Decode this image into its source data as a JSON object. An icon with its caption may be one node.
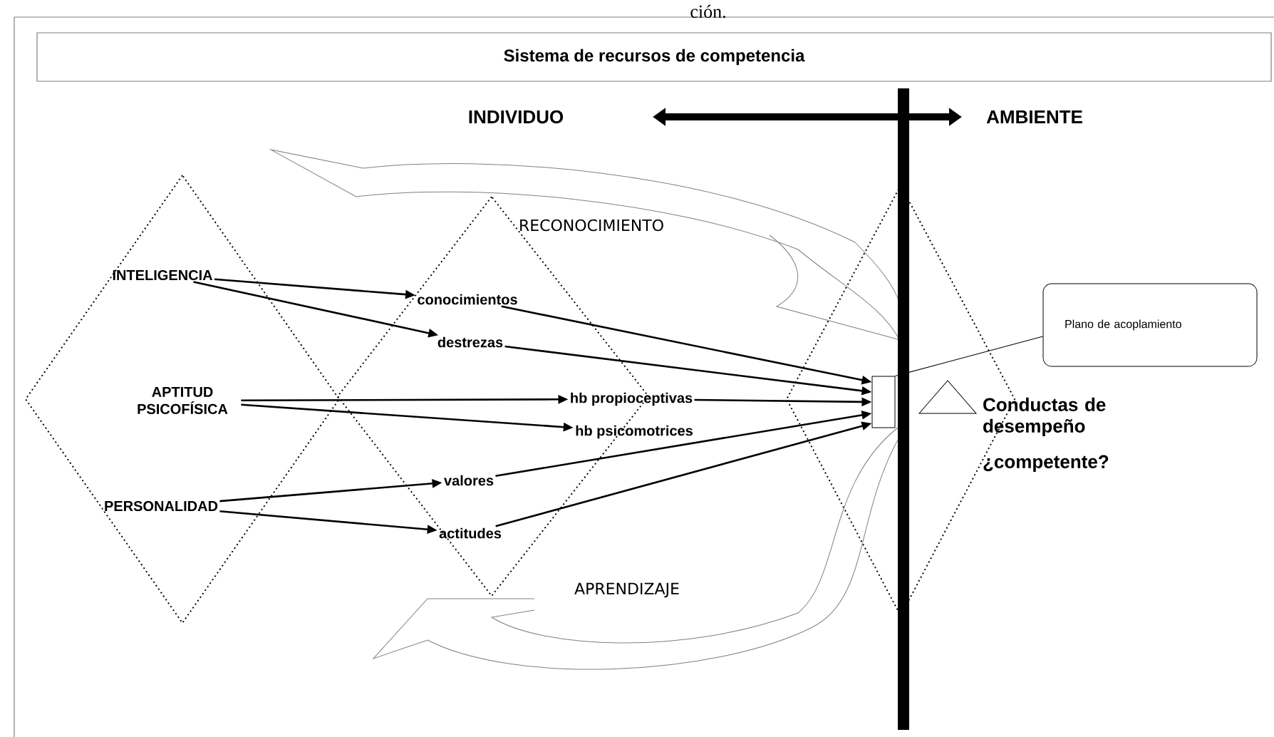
{
  "diagram": {
    "nodes": [
      {
        "text": [
          "Sistema de recursos de competencia"
        ]
      },
      {
        "text": [
          "INDIVIDUO"
        ]
      },
      {
        "text": [
          "AMBIENTE"
        ]
      },
      {
        "text": [
          "INTELIGENCIA"
        ]
      },
      {
        "text": [
          "APTITUD PSICOFÍSICA"
        ]
      },
      {
        "text": [
          "PERSONALIDAD"
        ]
      },
      {
        "text": [
          "conocimientos"
        ]
      },
      {
        "text": [
          "destrezas"
        ]
      },
      {
        "text": [
          "hb propioceptivas"
        ]
      },
      {
        "text": [
          "hb psicomotrices"
        ]
      },
      {
        "text": [
          "valores"
        ]
      },
      {
        "text": [
          "actitudes"
        ]
      },
      {
        "text": [],
        "shape": "box"
      },
      {
        "text": [
          "Conductas de desempeño",
          "¿competente?"
        ]
      },
      {
        "text": [
          "Plano de acoplamiento"
        ]
      }
    ],
    "edges": [
      {
        "from": 3,
        "to": 6,
        "arrow": "to"
      },
      {
        "from": 3,
        "to": 7,
        "arrow": "to"
      },
      {
        "from": 4,
        "to": 8,
        "arrow": "to"
      },
      {
        "from": 4,
        "to": 9,
        "arrow": "to"
      },
      {
        "from": 5,
        "to": 10,
        "arrow": "to"
      },
      {
        "from": 5,
        "to": 11,
        "arrow": "to"
      },
      {
        "from": 6,
        "to": 12,
        "arrow": "to"
      },
      {
        "from": 7,
        "to": 12,
        "arrow": "to"
      },
      {
        "from": 8,
        "to": 12,
        "arrow": "to"
      },
      {
        "from": 10,
        "to": 12,
        "arrow": "to"
      },
      {
        "from": 11,
        "to": 12,
        "arrow": "to"
      },
      {
        "from": 14,
        "to": 12,
        "arrow": "none"
      }
    ],
    "labels": [
      "ción.",
      "RECONOCIMIENTO",
      "APRENDIZAJE"
    ]
  }
}
